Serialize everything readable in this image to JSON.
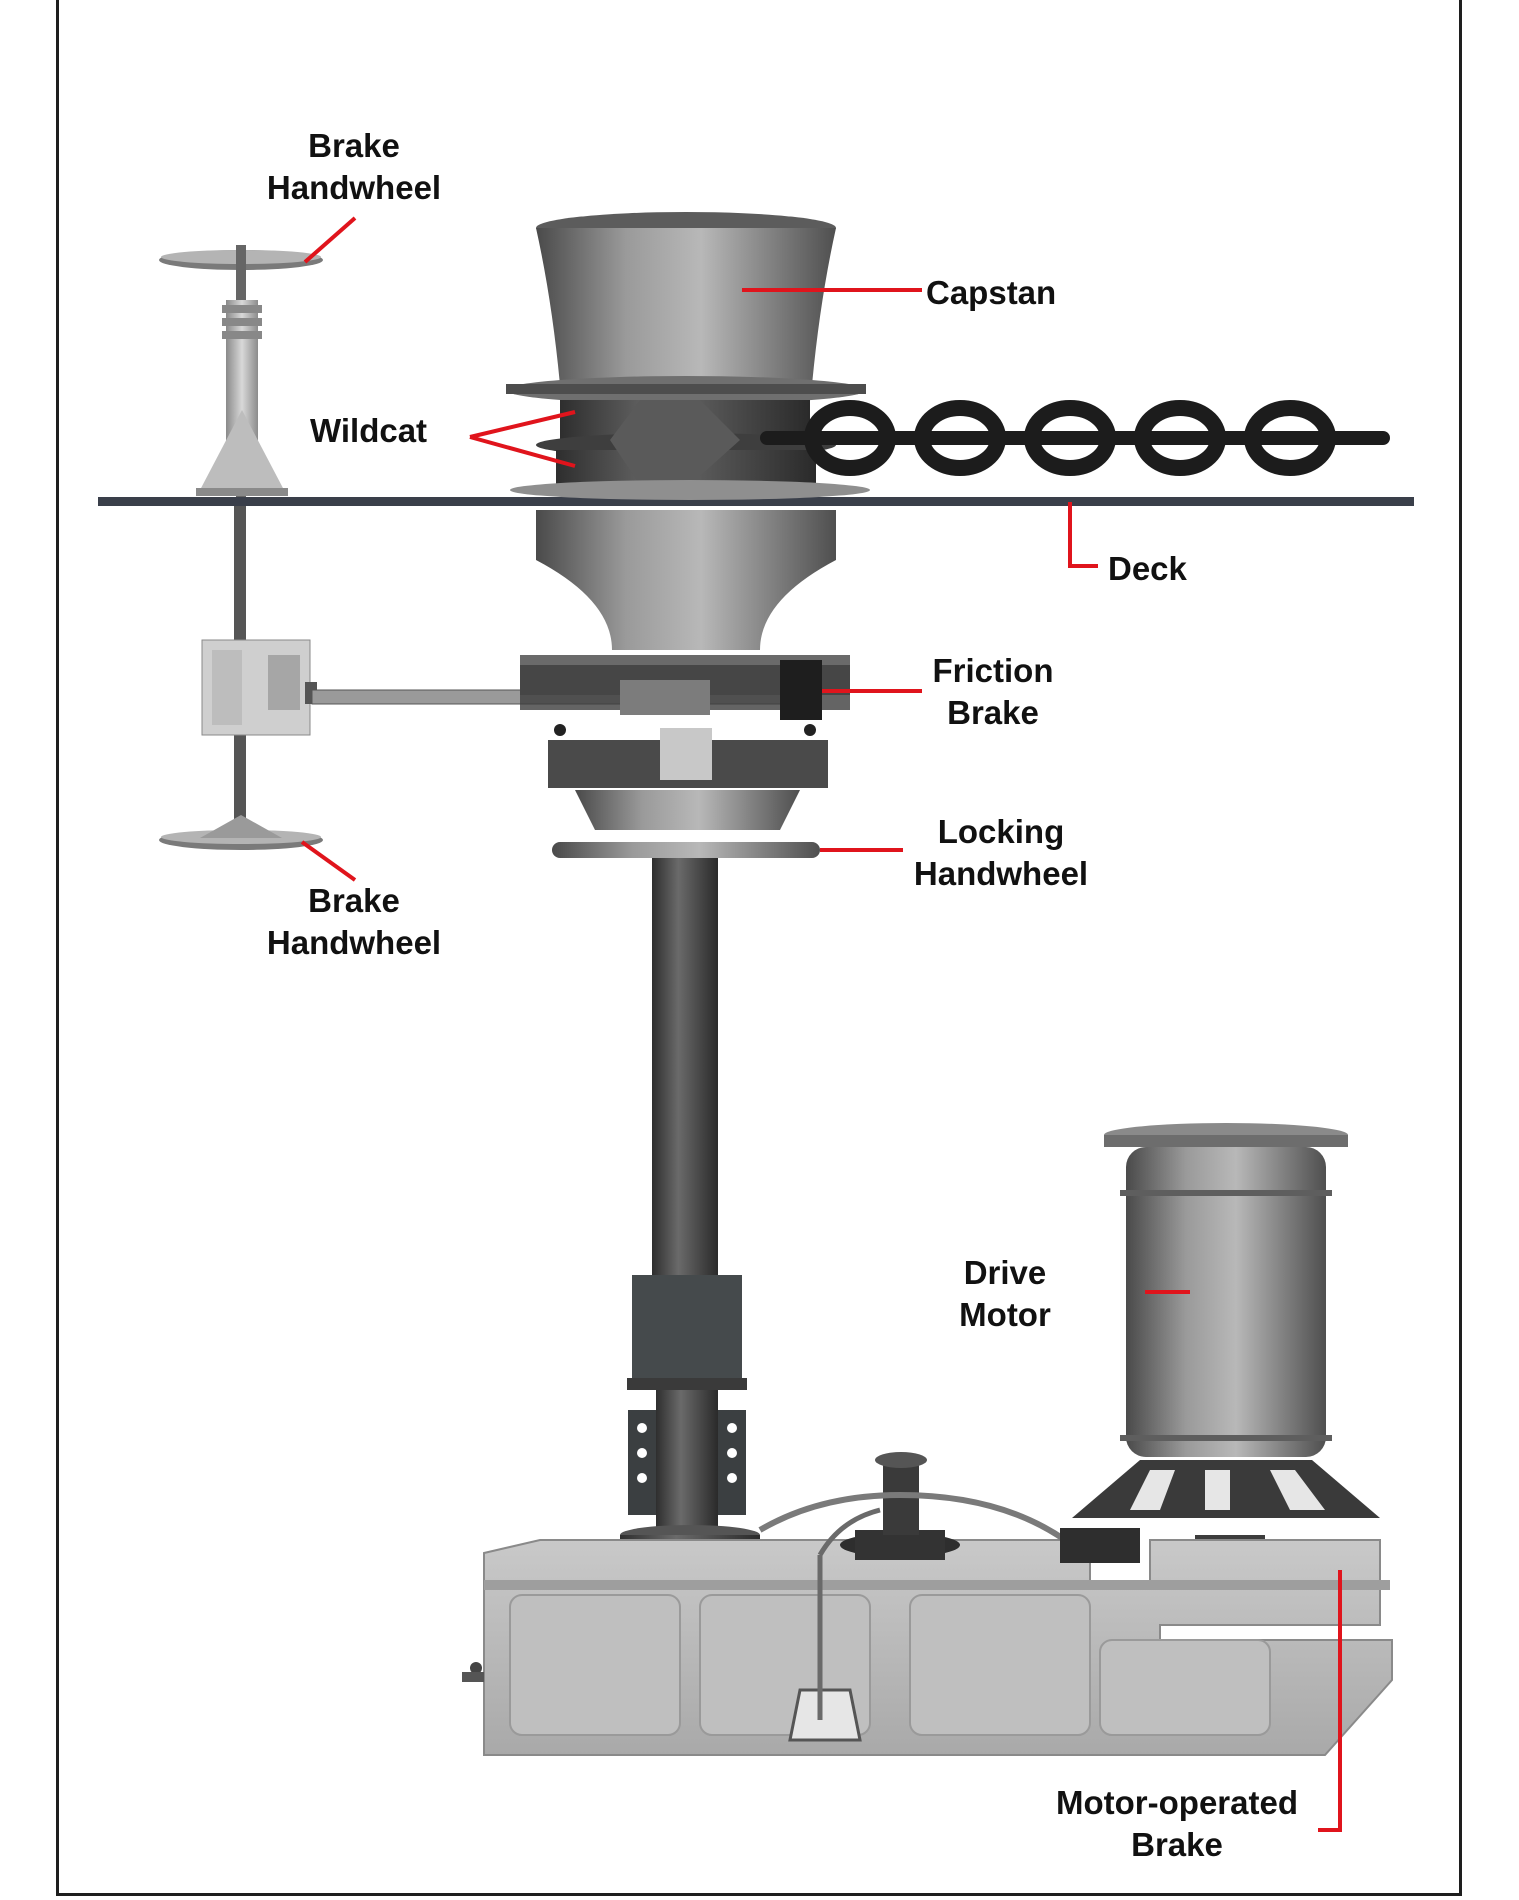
{
  "colors": {
    "frame": "#1e1e1e",
    "leader": "#e0141c",
    "deck": "#3a3f4a",
    "chain": "#1c1c1c",
    "label_text": "#111111"
  },
  "labels": {
    "brake_handwheel_top": [
      "Brake",
      "Handwheel"
    ],
    "capstan": "Capstan",
    "wildcat": "Wildcat",
    "deck": "Deck",
    "friction_brake": [
      "Friction",
      "Brake"
    ],
    "locking_handwheel": [
      "Locking",
      "Handwheel"
    ],
    "brake_handwheel_bottom": [
      "Brake",
      "Handwheel"
    ],
    "drive_motor": [
      "Drive",
      "Motor"
    ],
    "motor_operated_brake": [
      "Motor-operated",
      "Brake"
    ]
  }
}
